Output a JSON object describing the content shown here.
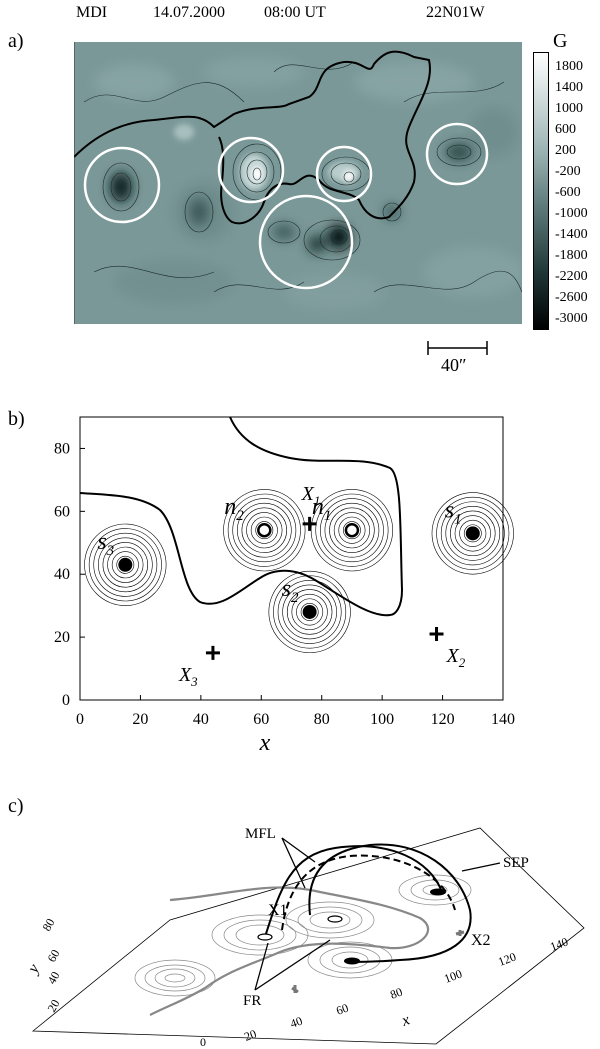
{
  "header": {
    "instrument": "MDI",
    "date": "14.07.2000",
    "time": "08:00 UT",
    "location": "22N01W"
  },
  "panel_a": {
    "label": "a)",
    "colorbar": {
      "unit": "G",
      "ticks": [
        "1800",
        "1400",
        "1000",
        "600",
        "200",
        "-200",
        "-600",
        "-1000",
        "-1400",
        "-1800",
        "-2200",
        "-2600",
        "-3000"
      ]
    },
    "scale_bar": "40″"
  },
  "panel_b": {
    "label": "b)"
  },
  "panel_c": {
    "label": "c)",
    "labels": {
      "mfl": "MFL",
      "sep": "SEP",
      "x1": "X1",
      "x2": "X2",
      "fr": "FR"
    },
    "x_ticks": [
      "20",
      "40",
      "60",
      "80",
      "100",
      "120",
      "140"
    ],
    "y_ticks": [
      "20",
      "40",
      "60",
      "80"
    ],
    "x_label": "x",
    "y_label": "y",
    "origin": "0"
  },
  "chart_data": {
    "type": "scatter",
    "xlabel": "x",
    "ylabel": "y",
    "xlim": [
      0,
      140
    ],
    "ylim": [
      0,
      90
    ],
    "x_ticks": [
      0,
      20,
      40,
      60,
      80,
      100,
      120,
      140
    ],
    "y_ticks": [
      0,
      20,
      40,
      60,
      80
    ],
    "sources": [
      {
        "name": "s",
        "sub": "1",
        "x": 130,
        "y": 53,
        "polarity": "negative"
      },
      {
        "name": "s",
        "sub": "2",
        "x": 76,
        "y": 28,
        "polarity": "negative"
      },
      {
        "name": "s",
        "sub": "3",
        "x": 15,
        "y": 43,
        "polarity": "negative"
      },
      {
        "name": "n",
        "sub": "1",
        "x": 90,
        "y": 54,
        "polarity": "positive"
      },
      {
        "name": "n",
        "sub": "2",
        "x": 61,
        "y": 54,
        "polarity": "positive"
      }
    ],
    "nulls": [
      {
        "name": "X",
        "sub": "1",
        "x": 76,
        "y": 56
      },
      {
        "name": "X",
        "sub": "2",
        "x": 118,
        "y": 21
      },
      {
        "name": "X",
        "sub": "3",
        "x": 44,
        "y": 15
      }
    ]
  }
}
